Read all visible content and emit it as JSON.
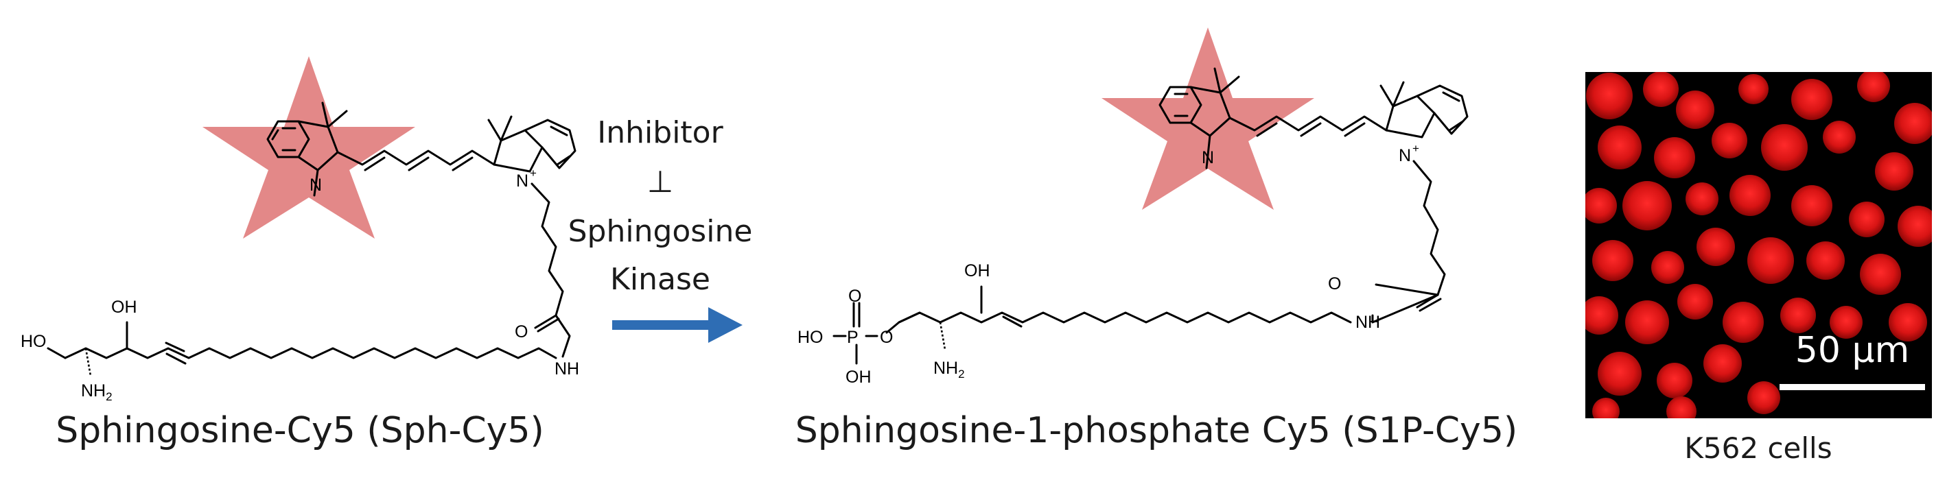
{
  "captions": {
    "left": "Sphingosine-Cy5 (Sph-Cy5)",
    "middle": "Sphingosine-1-phosphate Cy5 (S1P-Cy5)",
    "right": "K562 cells"
  },
  "reaction": {
    "line1": "Inhibitor",
    "symbol": "⊥",
    "line2": "Sphingosine",
    "line3": "Kinase"
  },
  "micrograph": {
    "scale_bar_label": "50 μm"
  },
  "atoms": {
    "oh": "OH",
    "ho": "HO",
    "nh2": "NH",
    "sub2": "2",
    "o": "O",
    "nh": "NH",
    "n": "N",
    "plus": "+",
    "p": "P",
    "ho_p": "HO"
  },
  "colors": {
    "star": "#e07b7b",
    "arrow": "#2e6db4",
    "micrograph_bg": "#000000",
    "cell": "#e01818"
  }
}
